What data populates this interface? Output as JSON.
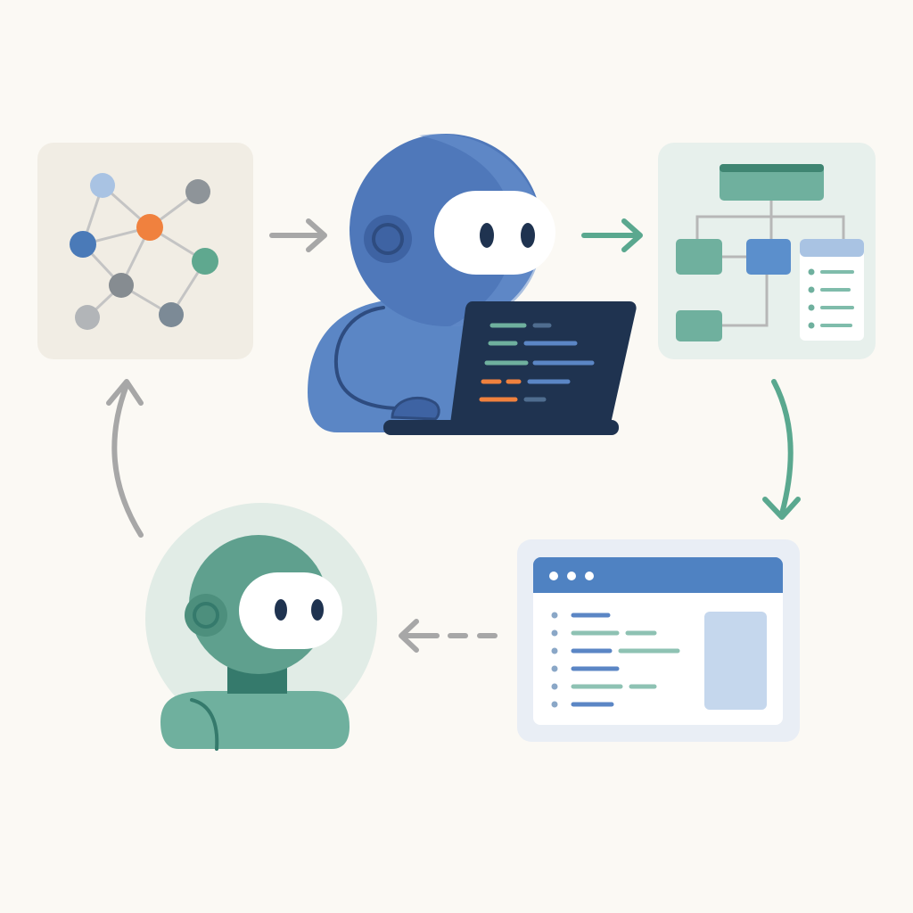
{
  "palette": {
    "background": "#fbf9f4",
    "graph_card": "#f1ede4",
    "flow_card": "#e7f0ec",
    "browser_card": "#e9eef5",
    "blue_dark": "#4a6fb0",
    "blue_mid": "#5b86c5",
    "blue_light": "#a9c3e3",
    "teal": "#6fb09e",
    "teal_dark": "#357a6c",
    "orange": "#f0813e",
    "gray": "#9aa0a6",
    "gray_dark": "#7d858c",
    "navy": "#1f3350",
    "arrow_gray": "#a7a7a7",
    "arrow_teal": "#5aa88f"
  },
  "diagram": {
    "steps": [
      {
        "id": "knowledge-graph",
        "icon": "network-graph-icon"
      },
      {
        "id": "coding-agent",
        "icon": "robot-laptop-icon"
      },
      {
        "id": "flowchart-plan",
        "icon": "flowchart-icon"
      },
      {
        "id": "browser-result",
        "icon": "browser-window-icon"
      },
      {
        "id": "reviewer-agent",
        "icon": "robot-avatar-icon"
      }
    ],
    "connections": [
      {
        "from": "knowledge-graph",
        "to": "coding-agent",
        "style": "solid",
        "color": "gray"
      },
      {
        "from": "coding-agent",
        "to": "flowchart-plan",
        "style": "solid",
        "color": "teal"
      },
      {
        "from": "flowchart-plan",
        "to": "browser-result",
        "style": "curved",
        "color": "teal"
      },
      {
        "from": "browser-result",
        "to": "reviewer-agent",
        "style": "dashed",
        "color": "gray"
      },
      {
        "from": "reviewer-agent",
        "to": "knowledge-graph",
        "style": "curved",
        "color": "gray"
      }
    ]
  }
}
